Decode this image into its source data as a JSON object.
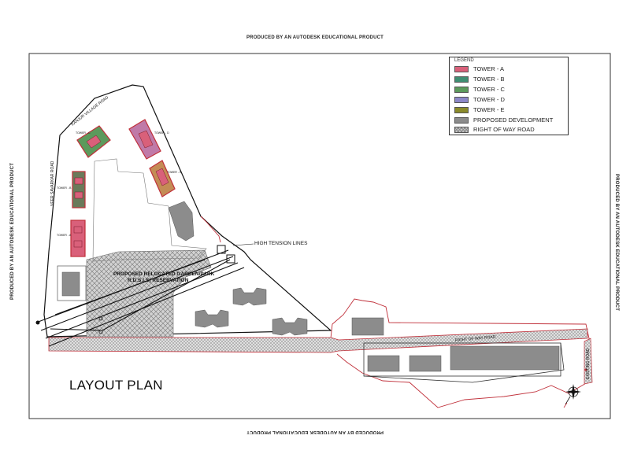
{
  "watermarks": {
    "top": "PRODUCED BY AN AUTODESK EDUCATIONAL PRODUCT",
    "bottom": "PRODUCED BY AN AUTODESK EDUCATIONAL PRODUCT",
    "left": "PRODUCED BY AN AUTODESK EDUCATIONAL PRODUCT",
    "right": "PRODUCED BY AN AUTODESK EDUCATIONAL PRODUCT"
  },
  "title": "LAYOUT PLAN",
  "legend": {
    "title": "LEGEND",
    "items": [
      {
        "label": "TOWER - A",
        "color": "#d9607a",
        "hatch": false
      },
      {
        "label": "TOWER - B",
        "color": "#3f8f73",
        "hatch": false
      },
      {
        "label": "TOWER - C",
        "color": "#5c9a5c",
        "hatch": false
      },
      {
        "label": "TOWER - D",
        "color": "#8c87c7",
        "hatch": false
      },
      {
        "label": "TOWER - E",
        "color": "#8a8a2a",
        "hatch": false
      },
      {
        "label": "PROPOSED DEVELOPMENT",
        "color": "#8c8c8c",
        "hatch": false
      },
      {
        "label": "RIGHT OF WAY ROAD",
        "color": "#c8c8c8",
        "hatch": true
      }
    ]
  },
  "plan_labels": {
    "kanjur_road": "KANJUR VILLAGE ROAD",
    "veer_savarkar_road": "VEER SAVARKAR ROAD",
    "high_tension": "HIGH TENSION LINES",
    "garden_line1": "PROPOSED RELOCATED GARDEN/PARK",
    "garden_line2": "R.D.S.(.S) RESERVATION",
    "right_of_way": "RIGHT OF WAY ROAD",
    "existing_road": "EXISTING ROAD",
    "tower_a": "TOWER - A",
    "tower_b": "TOWER - B",
    "tower_c": "TOWER - C",
    "tower_d": "TOWER - D",
    "tower_e": "TOWER - E"
  }
}
